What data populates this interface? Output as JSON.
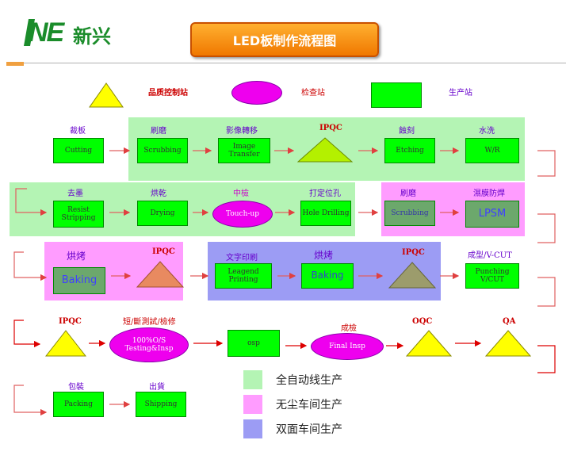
{
  "header": {
    "logo_mark": "NE",
    "logo_cn": "新兴",
    "title": "LED板制作流程图"
  },
  "key": {
    "qc_station": "品质控制站",
    "inspection_station": "检查站",
    "production_station": "生产站"
  },
  "row1": {
    "cutting": {
      "label": "裁板",
      "box": "Cutting"
    },
    "scrubbing": {
      "label": "刷磨",
      "box": "Scrubbing"
    },
    "image": {
      "label": "影像轉移",
      "box": "Image Transfer"
    },
    "ipqc": {
      "label": "IPQC"
    },
    "etching": {
      "label": "蝕刻",
      "box": "Etching"
    },
    "wr": {
      "label": "水洗",
      "box": "W/R"
    }
  },
  "row2": {
    "resist": {
      "label": "去墨",
      "box": "Resist Stripping"
    },
    "drying": {
      "label": "烘乾",
      "box": "Drying"
    },
    "touchup": {
      "label": "中檢",
      "box": "Touch-up"
    },
    "hole": {
      "label": "打定位孔",
      "box": "Hole Drilling"
    },
    "scrubbing2": {
      "label": "刷磨",
      "box": "Scrubbing"
    },
    "lpsm": {
      "label": "濕膜防焊",
      "box": "LPSM"
    }
  },
  "row3": {
    "baking1": {
      "label": "烘烤",
      "box": "Baking"
    },
    "ipqc": {
      "label": "IPQC"
    },
    "legend_print": {
      "label": "文字印刷",
      "box": "Leagend Printing"
    },
    "baking2": {
      "label": "烘烤",
      "box": "Baking"
    },
    "ipqc2": {
      "label": "IPQC"
    },
    "punching": {
      "label": "成型/V-CUT",
      "box": "Punching V/CUT"
    }
  },
  "row4": {
    "ipqc": {
      "label": "IPQC"
    },
    "testing": {
      "label": "短/斷測試/檢修",
      "box": "100%O/S Testing&Insp"
    },
    "osp": {
      "box": "osp"
    },
    "final": {
      "label": "成檢",
      "box": "Final Insp"
    },
    "oqc": {
      "label": "OQC"
    },
    "qa": {
      "label": "QA"
    }
  },
  "row5": {
    "packing": {
      "label": "包裝",
      "box": "Packing"
    },
    "shipping": {
      "label": "出貨",
      "box": "Shipping"
    }
  },
  "legend": {
    "auto": "全自动线生产",
    "dustfree": "无尘车间生产",
    "double": "双面车间生产",
    "colors": {
      "green": "#b4f4b4",
      "pink": "#ff9cff",
      "blue": "#9c9cf4"
    }
  }
}
